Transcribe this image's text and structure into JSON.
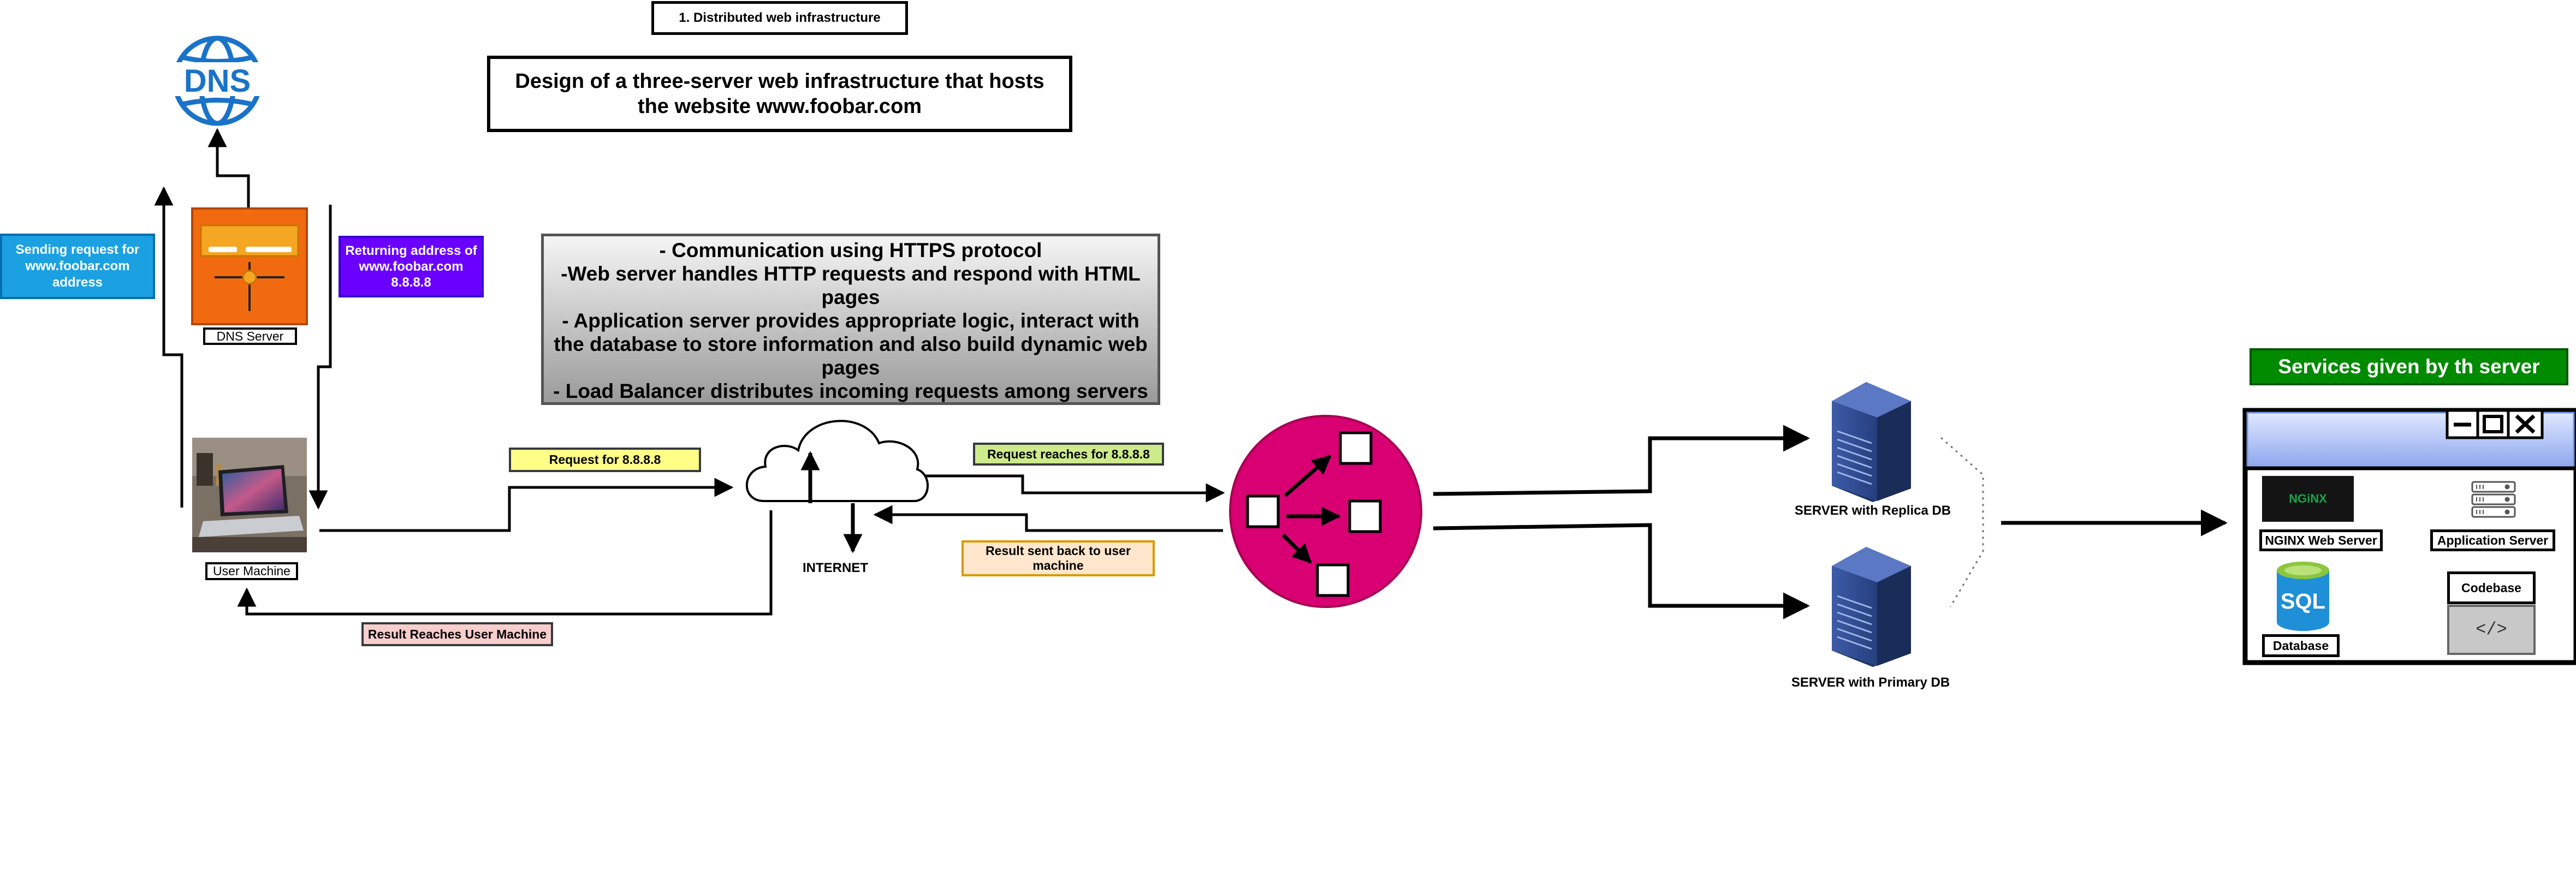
{
  "diagram": {
    "section_title": "1. Distributed web infrastructure",
    "main_title": "Design of a three-server web infrastructure that hosts the website www.foobar.com",
    "description": [
      "- Communication using HTTPS protocol",
      "-Web server handles HTTP requests and respond with HTML pages",
      "- Application server provides appropriate logic, interact with the database to store information and also build dynamic web pages",
      "- Load Balancer distributes incoming requests among servers"
    ],
    "dns_icon_text": "DNS",
    "dns_server_label": "DNS Server",
    "sending_request": "Sending request for www.foobar.com address",
    "returning_address": "Returning address of www.foobar.com 8.8.8.8",
    "user_machine_label": "User Machine",
    "request_for": "Request for 8.8.8.8",
    "internet_label": "INTERNET",
    "request_reaches": "Request reaches for 8.8.8.8",
    "result_sent_back": "Result sent back to user machine",
    "result_reaches": "Result Reaches User Machine",
    "server_replica_label": "SERVER with Replica DB",
    "server_primary_label": "SERVER with Primary DB",
    "services_title": "Services given by th server",
    "nginx_logo_text": "NGiNX",
    "nginx_label": "NGINX Web Server",
    "app_server_label": "Application Server",
    "sql_icon_text": "SQL",
    "database_label": "Database",
    "codebase_label": "Codebase",
    "code_icon_text": "</>"
  },
  "colors": {
    "dns_blue": "#1a73c8",
    "dns_server_orange": "#f26a0f",
    "sending_request_bg": "#1ba1e2",
    "returning_address_bg": "#6a00ff",
    "request_for_bg": "#ffff88",
    "request_reaches_bg": "#cdeb8b",
    "result_sent_bg": "#ffe6cc",
    "result_reaches_bg": "#f8cecc",
    "load_balancer": "#d80073",
    "server_blue": "#2f4b8a",
    "services_title_bg": "#008a00"
  },
  "icons": [
    "dns-globe-icon",
    "dns-server-icon",
    "laptop-icon",
    "cloud-icon",
    "load-balancer-icon",
    "server-tower-icon",
    "nginx-logo-icon",
    "server-rack-icon",
    "sql-database-icon",
    "code-icon",
    "minimize-icon",
    "maximize-icon",
    "close-icon"
  ]
}
